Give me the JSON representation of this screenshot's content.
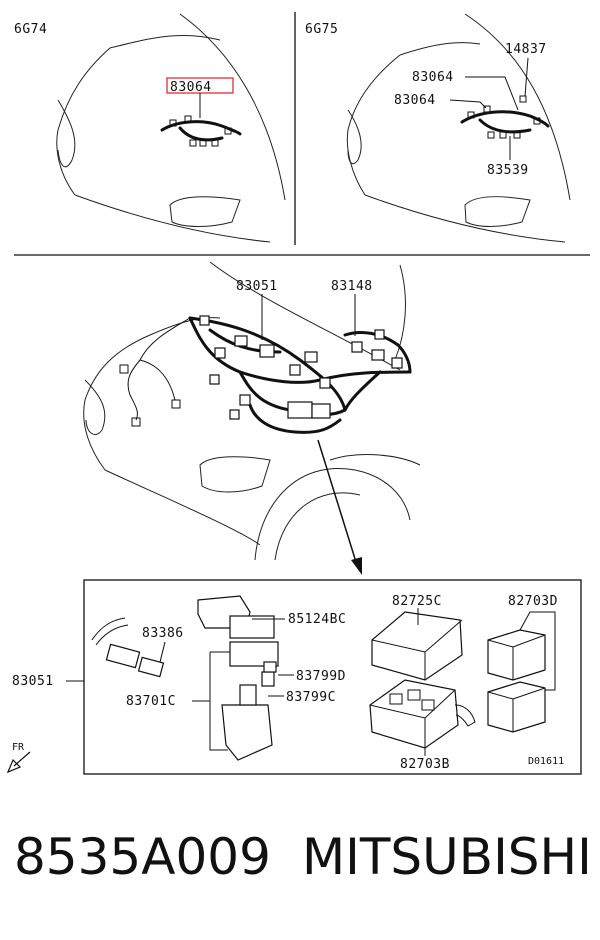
{
  "panels": {
    "top_left": {
      "engine": "6G74",
      "callouts": [
        "83064"
      ],
      "highlight_color": "#e03030"
    },
    "top_right": {
      "engine": "6G75",
      "callouts": [
        "14837",
        "83064",
        "83064",
        "83539"
      ]
    },
    "middle": {
      "callouts": [
        "83051",
        "83148"
      ]
    },
    "detail": {
      "group_label": "83051",
      "callouts": [
        "83386",
        "85124BC",
        "82725C",
        "82703D",
        "83799D",
        "83701C",
        "83799C",
        "82703B"
      ],
      "diagram_code": "D01611",
      "direction": "FR"
    }
  },
  "footer": {
    "part_number": "8535A009",
    "brand": "MITSUBISHI"
  }
}
